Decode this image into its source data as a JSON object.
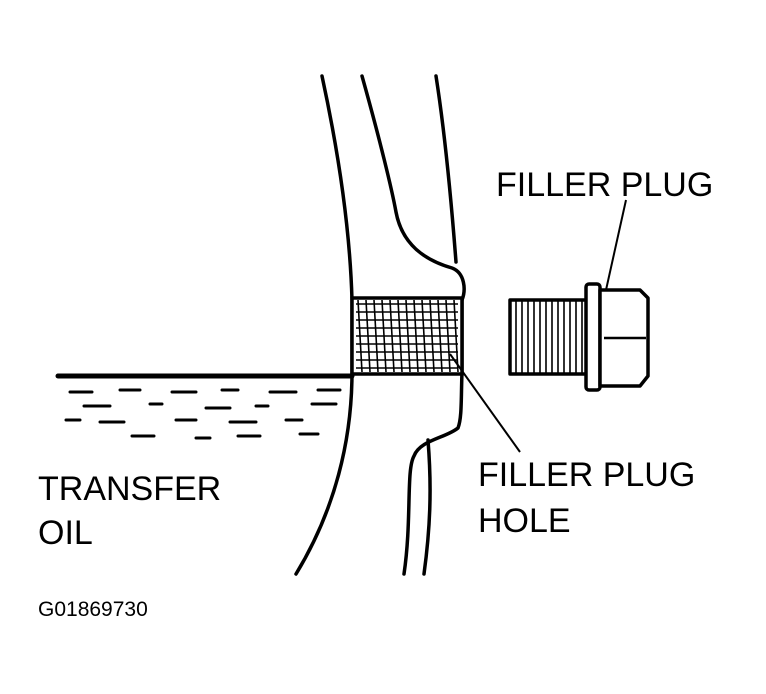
{
  "labels": {
    "filler_plug": "FILLER PLUG",
    "filler_plug_hole_line1": "FILLER PLUG",
    "filler_plug_hole_line2": "HOLE",
    "transfer_oil_line1": "TRANSFER",
    "transfer_oil_line2": "OIL"
  },
  "figure_code": "G01869730",
  "colors": {
    "ink": "#000000",
    "paper": "#ffffff"
  }
}
